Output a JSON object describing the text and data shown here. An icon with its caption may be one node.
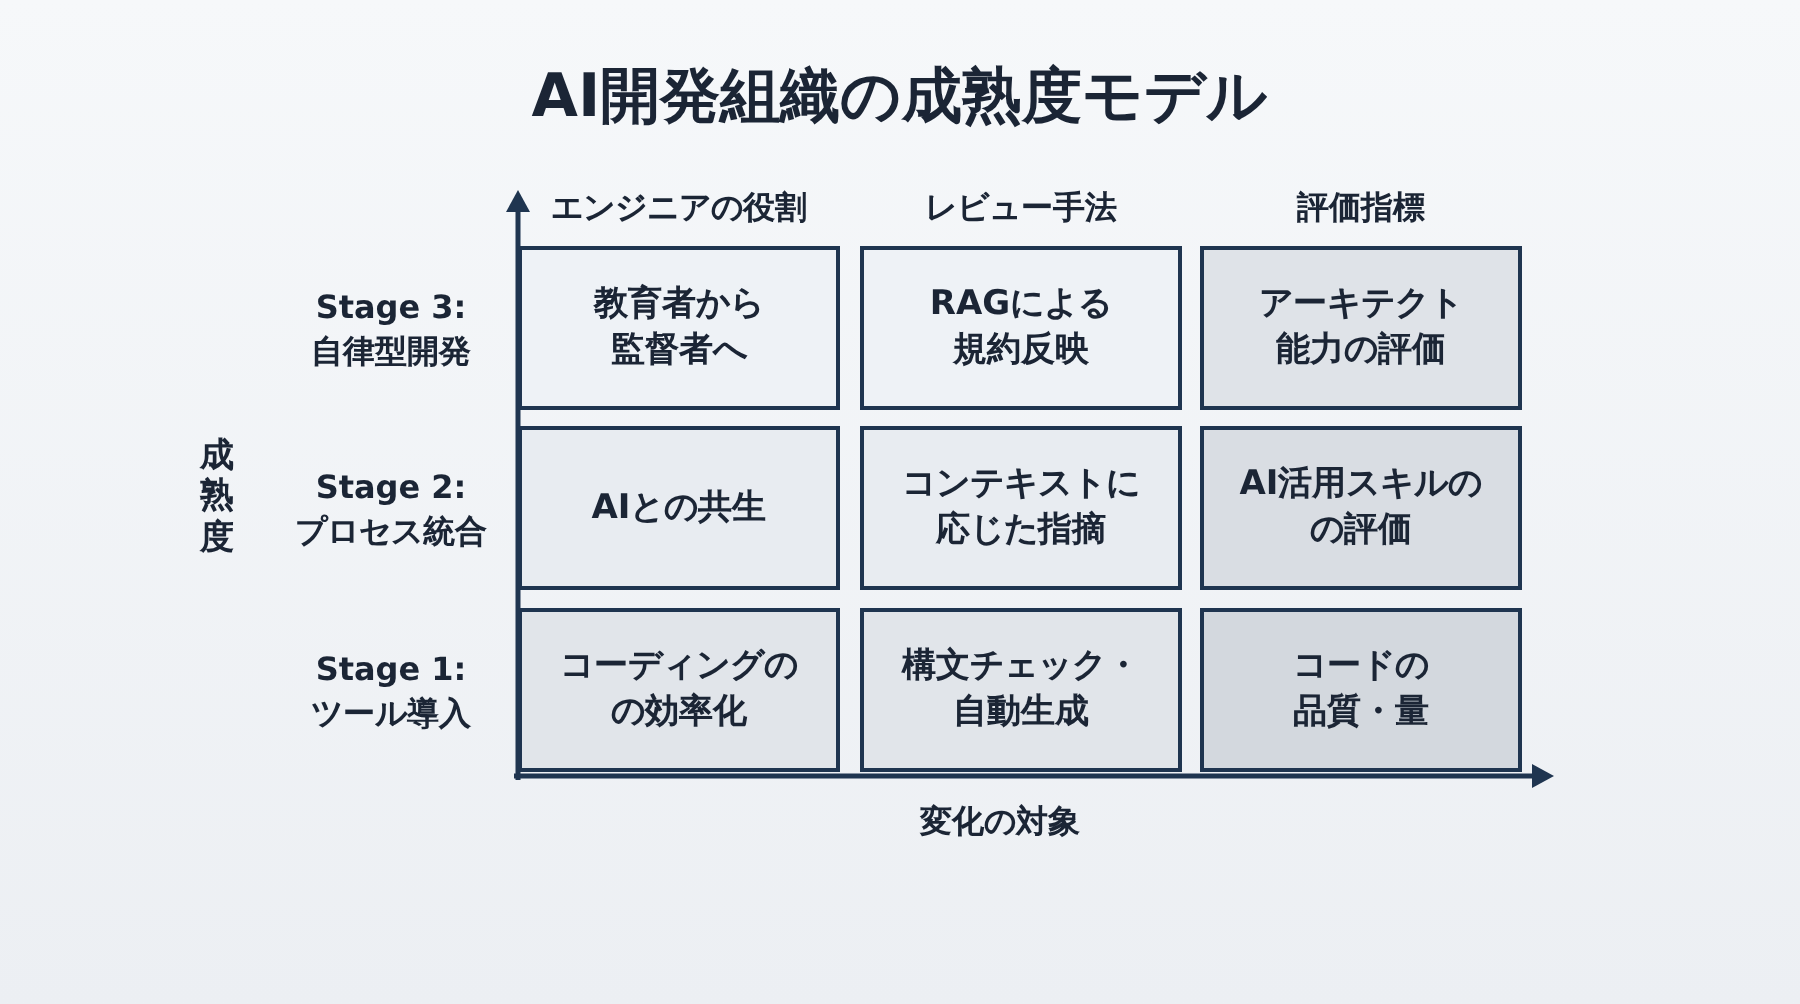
{
  "diagram": {
    "title": "AI開発組織の成熟度モデル",
    "nodes": [
      {
        "text": [
          "教育者から監督者へ"
        ]
      },
      {
        "text": [
          "RAGによる規約反映"
        ]
      },
      {
        "text": [
          "アーキテクト能力の評価"
        ]
      },
      {
        "text": [
          "AIとの共生"
        ]
      },
      {
        "text": [
          "コンテキストに応じた指摘"
        ]
      },
      {
        "text": [
          "AI活用スキルのの評価"
        ]
      },
      {
        "text": [
          "コーディングのの効率化"
        ]
      },
      {
        "text": [
          "構文チェック・自動生成"
        ]
      },
      {
        "text": [
          "コードの品質・量"
        ]
      }
    ],
    "labels": [
      "エンジニアの役割",
      "レビュー手法",
      "評価指標",
      "Stage 3: 自律型開発",
      "Stage 2: プロセス統合",
      "Stage 1: ツール導入",
      "成熟度",
      "変化の対象"
    ]
  }
}
